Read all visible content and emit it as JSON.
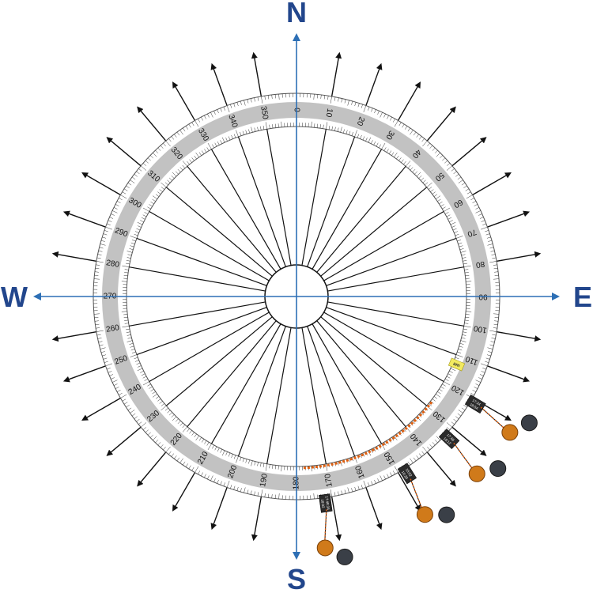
{
  "cardinals": {
    "north": "N",
    "south": "S",
    "east": "E",
    "west": "W"
  },
  "bearing_labels": [
    "0",
    "10",
    "20",
    "30",
    "40",
    "50",
    "60",
    "70",
    "80",
    "90",
    "100",
    "110",
    "120",
    "130",
    "140",
    "150",
    "160",
    "170",
    "180",
    "190",
    "200",
    "210",
    "220",
    "230",
    "240",
    "250",
    "260",
    "270",
    "280",
    "290",
    "300",
    "310",
    "320",
    "330",
    "340",
    "350"
  ],
  "ray_bearings": [
    0,
    10,
    20,
    30,
    40,
    50,
    60,
    70,
    80,
    90,
    100,
    110,
    120,
    130,
    140,
    150,
    160,
    170,
    180,
    190,
    200,
    210,
    220,
    230,
    240,
    250,
    260,
    270,
    280,
    290,
    300,
    310,
    320,
    330,
    340,
    350
  ],
  "sun_moon_markers": [
    {
      "bearing": 121,
      "tag": [
        "17:24",
        "18:54"
      ]
    },
    {
      "bearing": 133,
      "tag": [
        "17:48",
        "19:12"
      ]
    },
    {
      "bearing": 148,
      "tag": [
        "18:02",
        "19:30"
      ]
    },
    {
      "bearing": 172,
      "tag": [
        "17:48:34",
        "18:02"
      ]
    }
  ],
  "note": {
    "label": "am",
    "bearing": 113
  },
  "colors": {
    "axis": "#2d6fb5",
    "cardinal": "#22468c",
    "ring": "#c0c0c0",
    "ray": "#111111",
    "sun": "#d07a1a",
    "moon": "#3a3f47",
    "path": "#e06010",
    "note": "#f2ea60"
  }
}
